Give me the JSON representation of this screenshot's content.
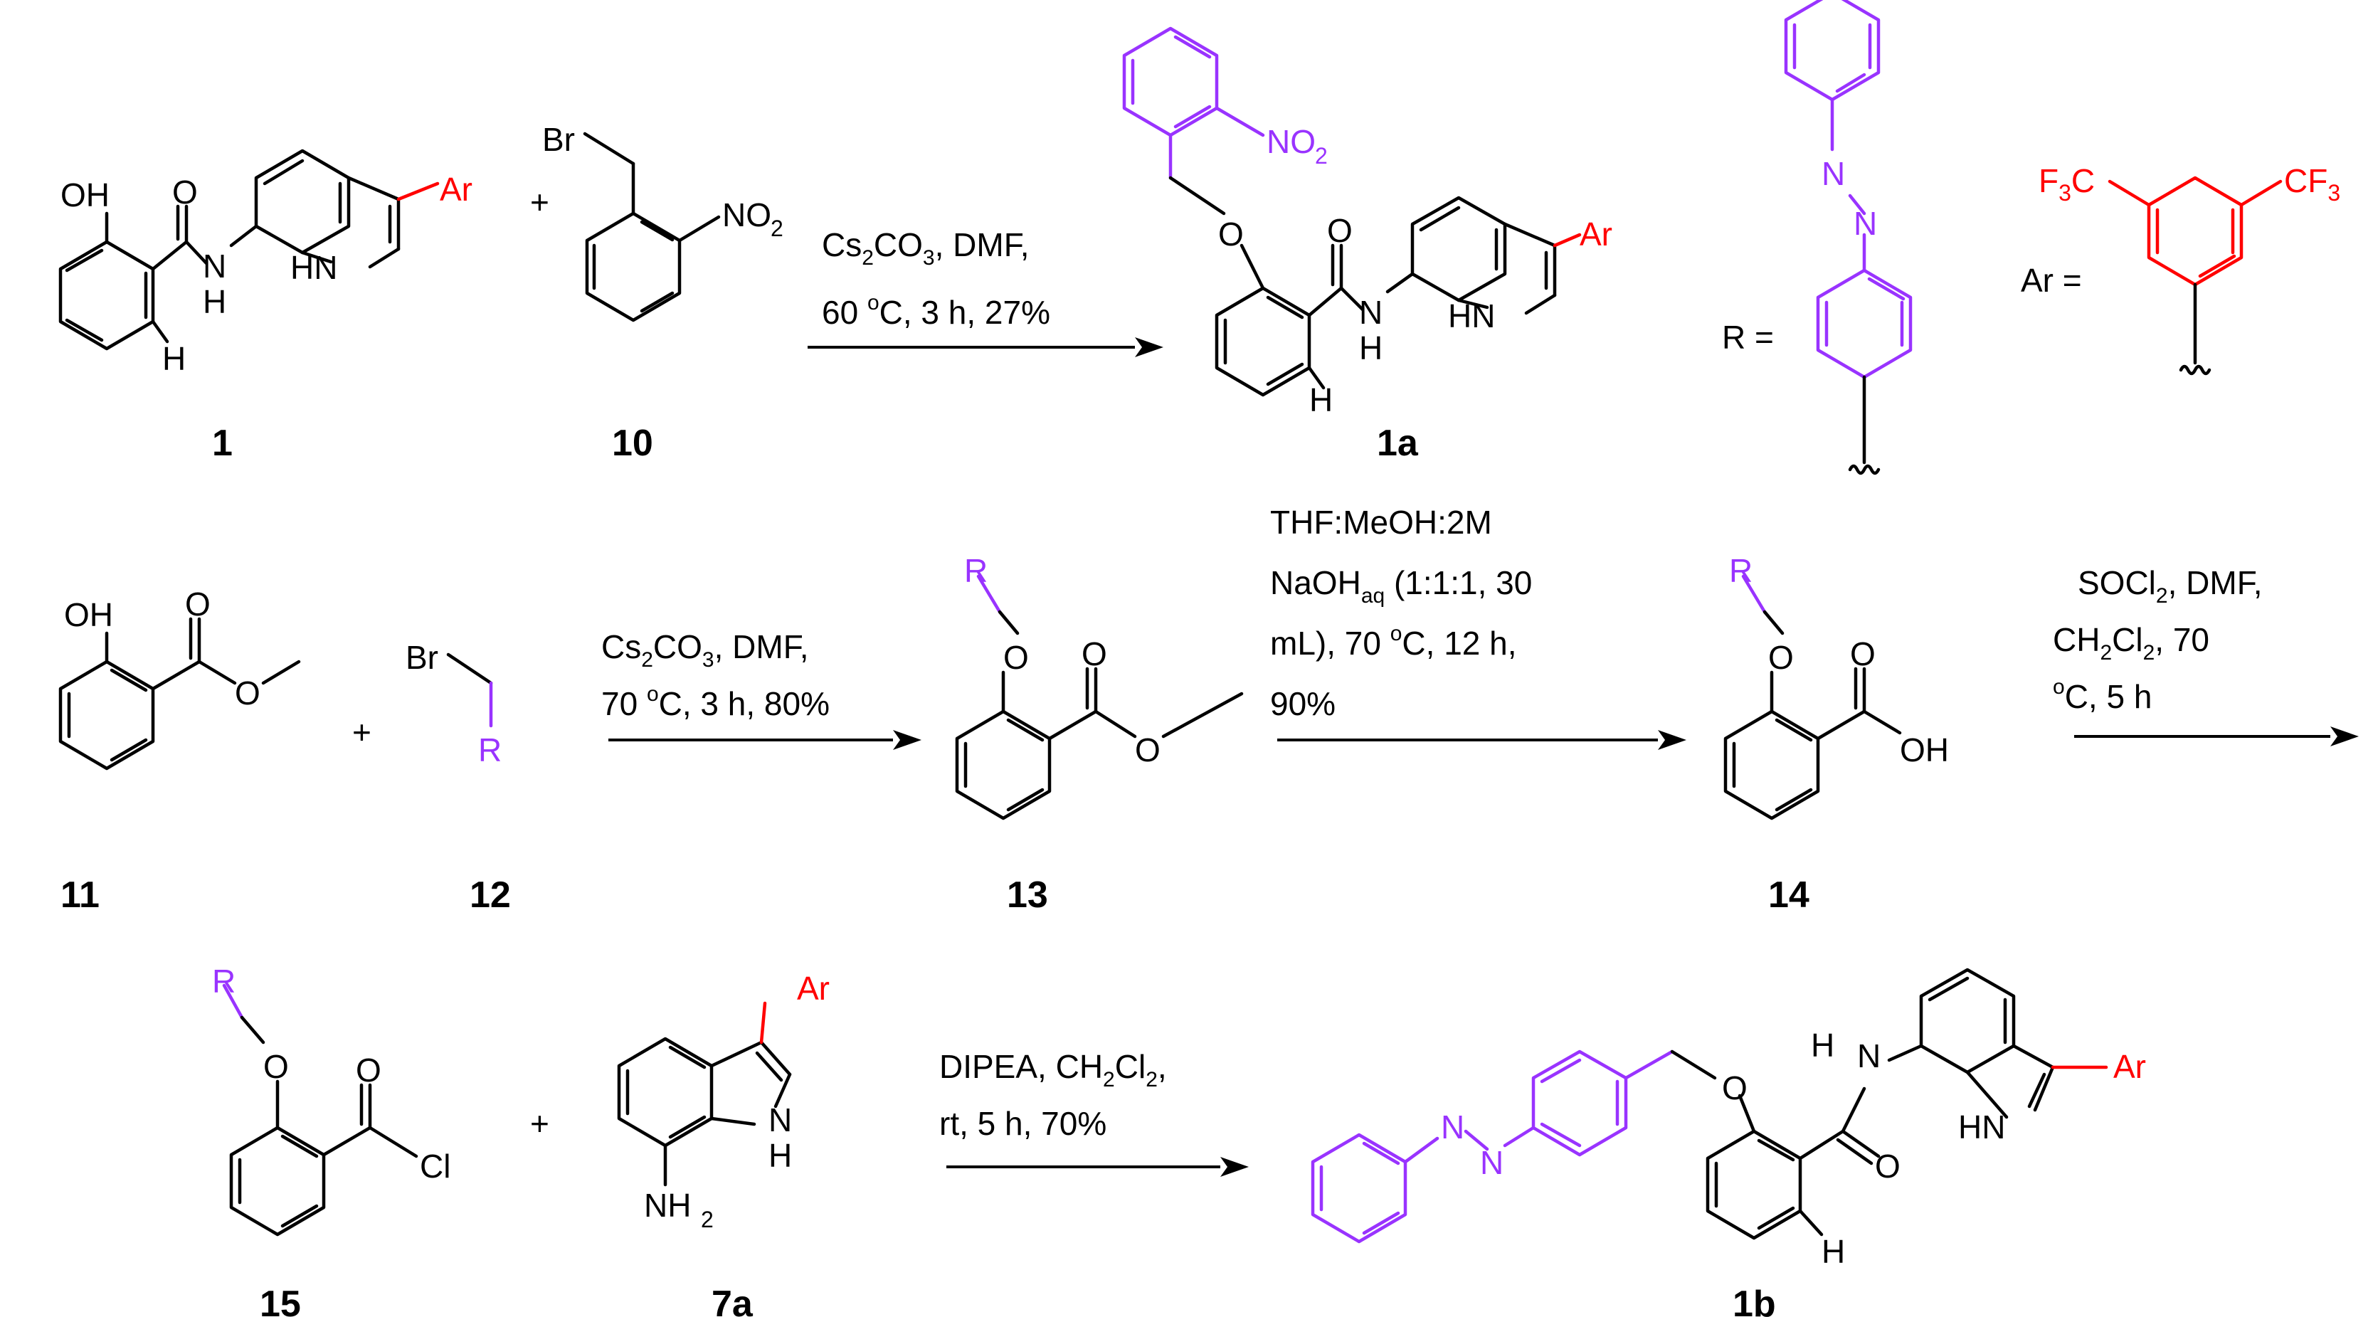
{
  "colors": {
    "r_group": "#9933ff",
    "ar_group": "#ff0000",
    "ink": "#000000"
  },
  "compounds": {
    "c1": "1",
    "c10": "10",
    "c1a": "1a",
    "c11": "11",
    "c12": "12",
    "c13": "13",
    "c14": "14",
    "c15": "15",
    "c7a": "7a",
    "c1b": "1b"
  },
  "atoms": {
    "oh": "OH",
    "o": "O",
    "n": "N",
    "h": "H",
    "hn": "HN",
    "nh": "NH",
    "br": "Br",
    "no": "NO",
    "two": "2",
    "cl": "Cl",
    "ar": "Ar",
    "r": "R",
    "f3c": "F",
    "cf3": "CF",
    "three": "3",
    "c": "C"
  },
  "plus": "+",
  "defs": {
    "r_eq": "R =",
    "ar_eq": "Ar ="
  },
  "reactions": {
    "rxn1": {
      "line1_a": "Cs",
      "line1_b": "CO",
      "line1_c": ", DMF,",
      "line2_a": "60 ",
      "line2_b": "o",
      "line2_c": "C, 3 h, 27%"
    },
    "rxn2": {
      "line1_a": "Cs",
      "line1_b": "CO",
      "line1_c": ", DMF,",
      "line2_a": "70 ",
      "line2_b": "o",
      "line2_c": "C, 3 h, 80%"
    },
    "rxn3": {
      "line1": "THF:MeOH:2M",
      "line2_a": "NaOH",
      "line2_sub": "aq",
      "line2_b": " (1:1:1, 30",
      "line3_a": "mL), 70 ",
      "line3_b": "o",
      "line3_c": "C, 12 h,",
      "line4": "90%"
    },
    "rxn4": {
      "line1_a": "SOCl",
      "line1_b": ", DMF,",
      "line2_a": "CH",
      "line2_b": "Cl",
      "line2_c": ", 70",
      "line3_a": "o",
      "line3_b": "C, 5 h"
    },
    "rxn5": {
      "line1_a": "DIPEA, CH",
      "line1_b": "Cl",
      "line1_c": ",",
      "line2_a": "rt, 5 h, 70%"
    }
  }
}
